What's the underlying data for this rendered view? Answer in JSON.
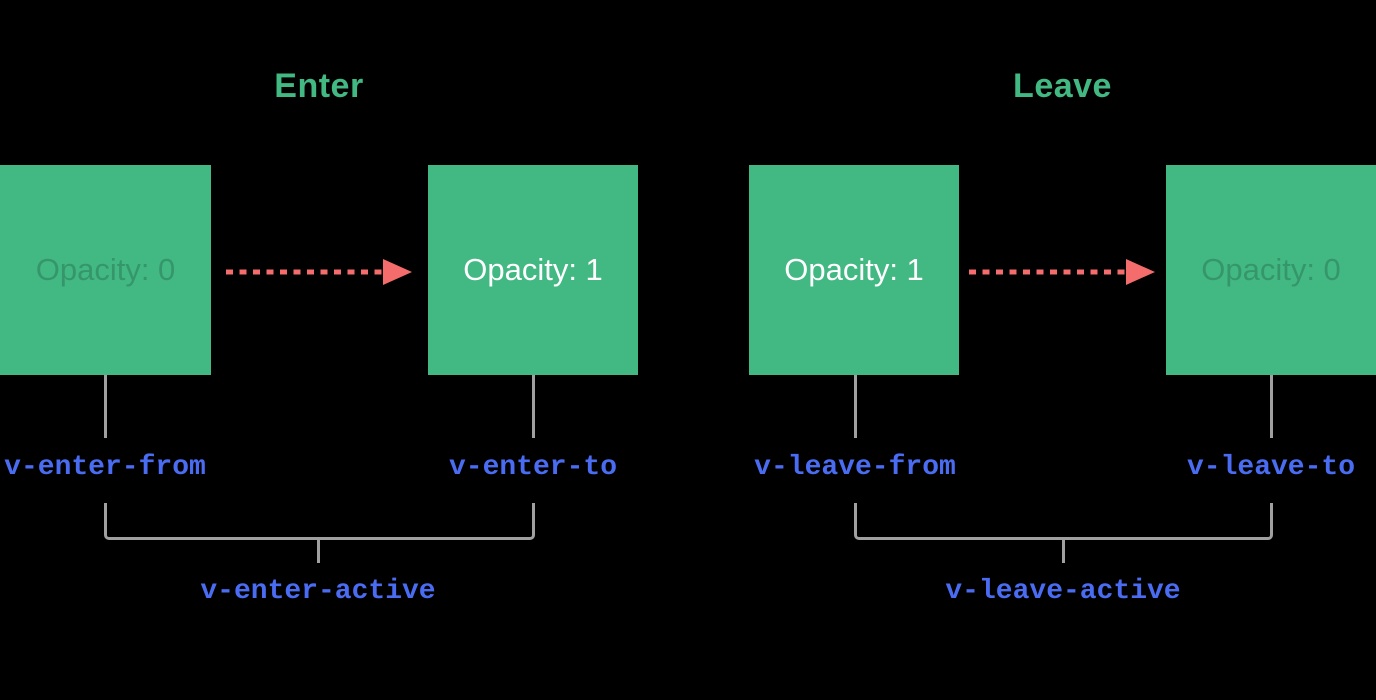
{
  "colors": {
    "background": "#000000",
    "box_green": "#42b883",
    "title_green": "#42b883",
    "label_blue": "#4a6cf3",
    "line_gray": "#a0a0a0",
    "arrow_red": "#f56c6c",
    "box_text": "#ffffff",
    "box_text_faded": "rgba(0,0,0,0.18)"
  },
  "icons": {
    "transition_arrow": "dashed-arrow-right-icon"
  },
  "sections": [
    {
      "title": "Enter",
      "from_box_text": "Opacity: 0",
      "from_box_faded": true,
      "to_box_text": "Opacity: 1",
      "to_box_faded": false,
      "from_class": "v-enter-from",
      "to_class": "v-enter-to",
      "active_class": "v-enter-active"
    },
    {
      "title": "Leave",
      "from_box_text": "Opacity: 1",
      "from_box_faded": false,
      "to_box_text": "Opacity: 0",
      "to_box_faded": true,
      "from_class": "v-leave-from",
      "to_class": "v-leave-to",
      "active_class": "v-leave-active"
    }
  ]
}
